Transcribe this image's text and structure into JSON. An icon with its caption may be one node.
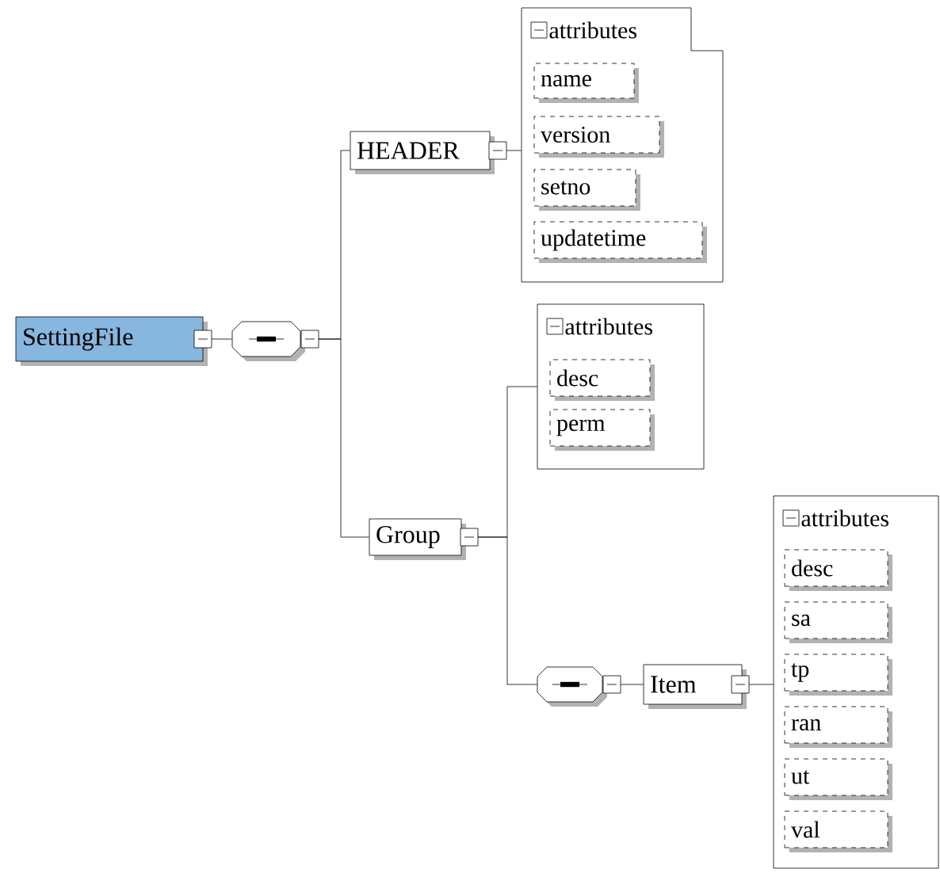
{
  "diagram": {
    "nodes": [
      {
        "text": [
          "SettingFile"
        ]
      },
      {
        "text": [],
        "shape": "octagon"
      },
      {
        "text": [
          "HEADER"
        ]
      },
      {
        "text": [
          "attributes"
        ]
      },
      {
        "text": [
          "name"
        ],
        "in": 3
      },
      {
        "text": [
          "version"
        ],
        "in": 3
      },
      {
        "text": [
          "setno"
        ],
        "in": 3
      },
      {
        "text": [
          "updatetime"
        ],
        "in": 3
      },
      {
        "text": [
          "Group"
        ]
      },
      {
        "text": [
          "attributes"
        ]
      },
      {
        "text": [
          "desc"
        ],
        "in": 9
      },
      {
        "text": [
          "perm"
        ],
        "in": 9
      },
      {
        "text": [],
        "shape": "octagon"
      },
      {
        "text": [
          "Item"
        ]
      },
      {
        "text": [
          "attributes"
        ]
      },
      {
        "text": [
          "desc"
        ],
        "in": 14
      },
      {
        "text": [
          "sa"
        ],
        "in": 14
      },
      {
        "text": [
          "tp"
        ],
        "in": 14
      },
      {
        "text": [
          "ran"
        ],
        "in": 14
      },
      {
        "text": [
          "ut"
        ],
        "in": 14
      },
      {
        "text": [
          "val"
        ],
        "in": 14
      }
    ],
    "edges": [
      {
        "from": 0,
        "to": 1,
        "arrow": "none"
      },
      {
        "from": 1,
        "to": 2,
        "arrow": "none"
      },
      {
        "from": 1,
        "to": 8,
        "arrow": "none"
      },
      {
        "from": 2,
        "to": 3,
        "arrow": "none"
      },
      {
        "from": 8,
        "to": 9,
        "arrow": "none"
      },
      {
        "from": 8,
        "to": 12,
        "arrow": "none"
      },
      {
        "from": 12,
        "to": 13,
        "arrow": "none"
      },
      {
        "from": 13,
        "to": 14,
        "arrow": "none"
      }
    ]
  }
}
